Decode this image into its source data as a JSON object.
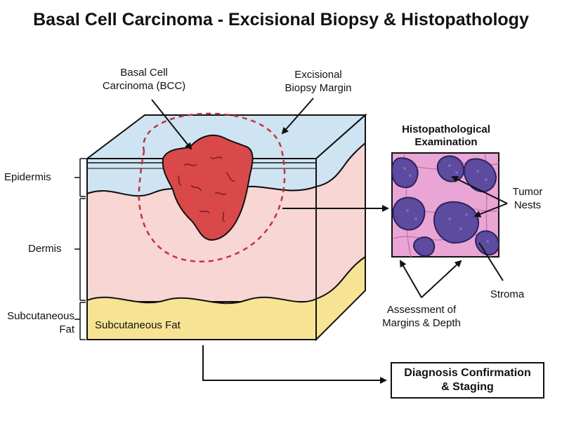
{
  "title": "Basal Cell Carcinoma - Excisional Biopsy & Histopathology",
  "labels": {
    "bcc": [
      "Basal Cell",
      "Carcinoma (BCC)"
    ],
    "margin": [
      "Excisional",
      "Biopsy Margin"
    ],
    "epidermis": "Epidermis",
    "dermis": "Dermis",
    "subcut_side": [
      "Subcutaneous",
      "Fat"
    ],
    "subcut_inner": "Subcutaneous Fat",
    "histo": [
      "Histopathological",
      "Examination"
    ],
    "tumor_nests": [
      "Tumor",
      "Nests"
    ],
    "stroma": "Stroma",
    "assessment": [
      "Assessment of",
      "Margins & Depth"
    ],
    "diagnosis": [
      "Diagnosis Confirmation",
      "& Staging"
    ]
  },
  "colors": {
    "epidermis": "#cfe4f2",
    "dermis": "#f8d6d4",
    "fat": "#f7e394",
    "tumor": "#d9494a",
    "margin_line": "#c0343a",
    "stroma": "#e9a6d4",
    "nest": "#5c4b9e"
  }
}
